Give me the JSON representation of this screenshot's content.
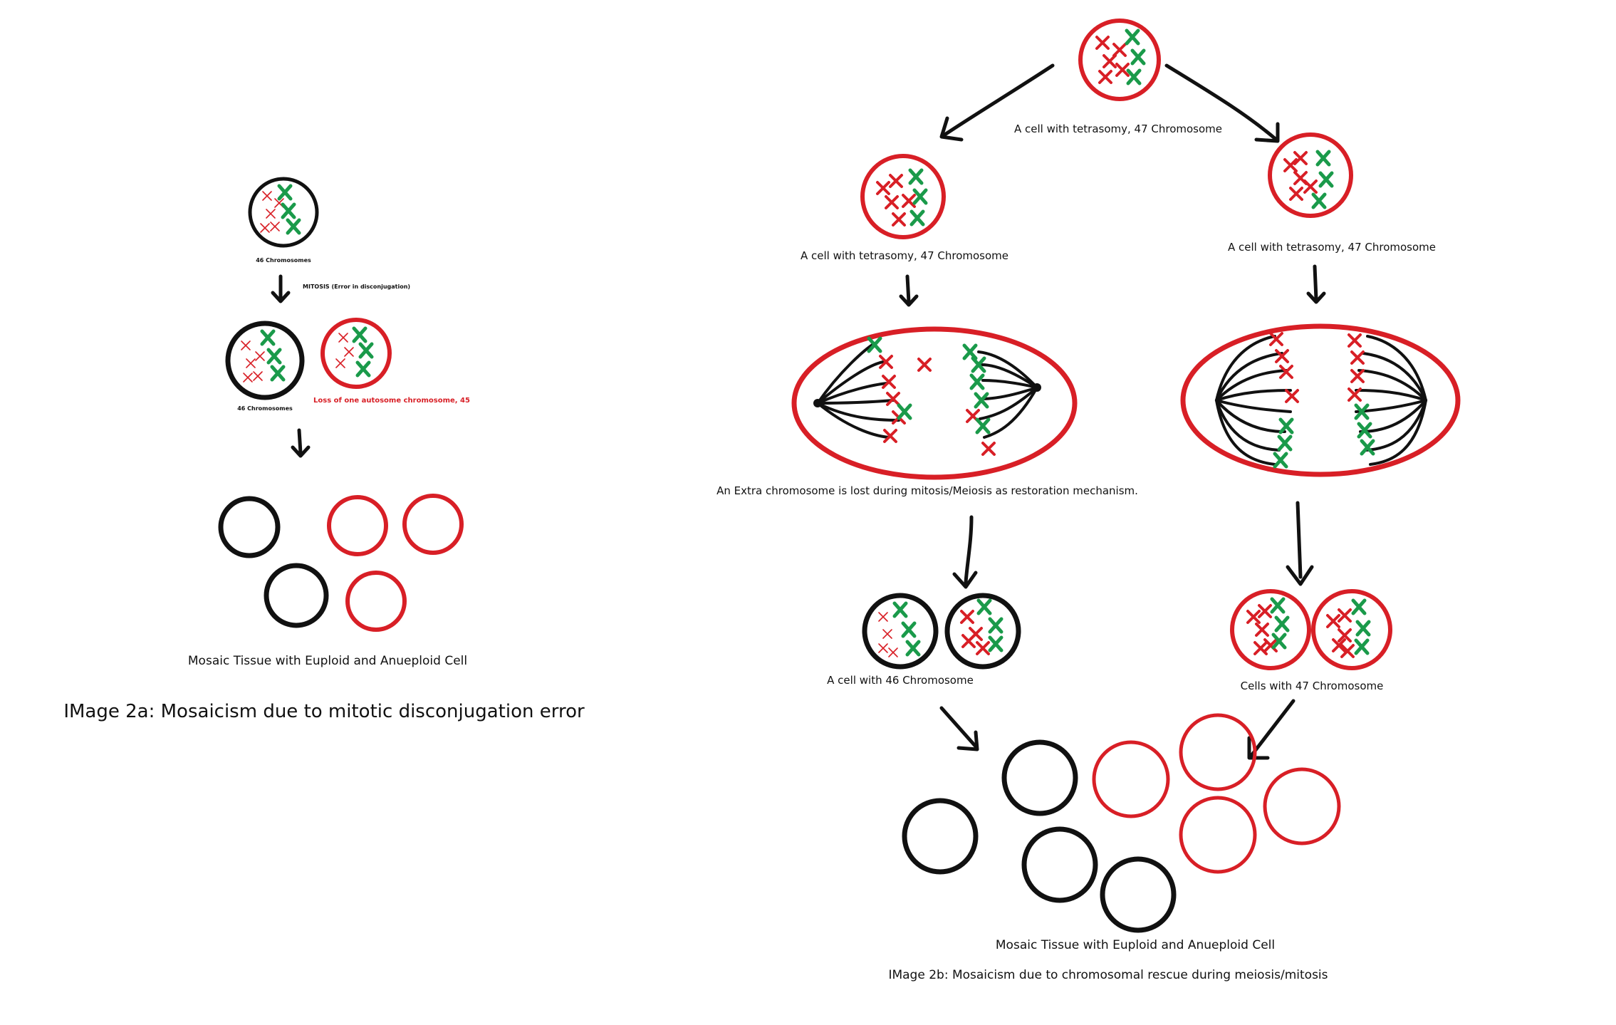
{
  "colors": {
    "black": "#111111",
    "red": "#d81f26",
    "green": "#1a9a4a"
  },
  "panel_a": {
    "top_cell_label": "46 Chromosomes",
    "process_label": "MITOSIS (Error in disconjugation)",
    "normal_cell_label": "46 Chromosomes",
    "aneuploid_cell_label": "Loss of one autosome chromosome, 45",
    "tissue_label": "Mosaic Tissue with Euploid and Anueploid Cell",
    "caption": "IMage 2a: Mosaicism due to mitotic disconjugation error"
  },
  "panel_b": {
    "top_cell_label": "A cell with tetrasomy, 47 Chromosome",
    "left_cell_label": "A cell with tetrasomy, 47 Chromosome",
    "right_cell_label": "A cell with tetrasomy, 47 Chromosome",
    "division_label": "An Extra chromosome is lost during mitosis/Meiosis as restoration mechanism.",
    "left_daughters_label": "A cell with 46 Chromosome",
    "right_daughters_label": "Cells with 47 Chromosome",
    "tissue_label": "Mosaic Tissue with Euploid and Anueploid Cell",
    "caption": "IMage 2b: Mosaicism due to chromosomal rescue during meiosis/mitosis"
  }
}
